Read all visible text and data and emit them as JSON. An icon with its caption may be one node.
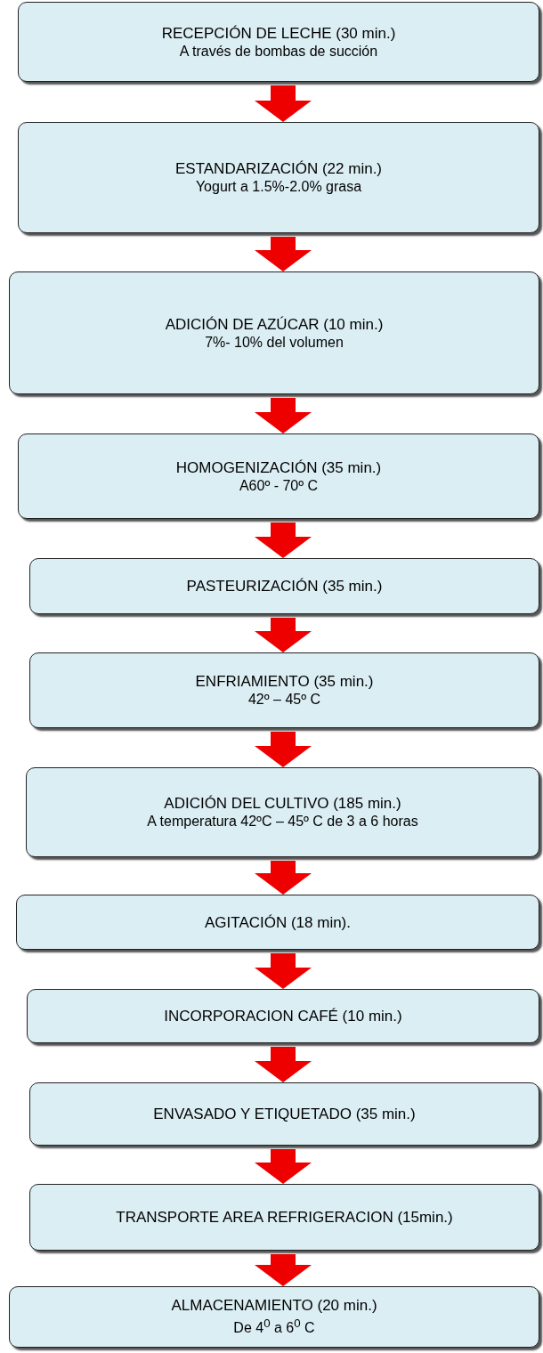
{
  "diagram": {
    "nodes": [
      {
        "text": [
          "RECEPCIÓN DE LECHE (30 min.)",
          "A través de bombas de succión"
        ]
      },
      {
        "text": [
          "ESTANDARIZACIÓN (22 min.)",
          "Yogurt a 1.5%-2.0% grasa"
        ]
      },
      {
        "text": [
          "ADICIÓN DE AZÚCAR (10 min.)",
          "7%- 10% del volumen"
        ]
      },
      {
        "text": [
          "HOMOGENIZACIÓN (35 min.)",
          "A60º - 70º C"
        ]
      },
      {
        "text": [
          "PASTEURIZACIÓN  (35 min.)"
        ]
      },
      {
        "text": [
          "ENFRIAMIENTO (35 min.)",
          "42º – 45º C"
        ]
      },
      {
        "text": [
          "ADICIÓN DEL CULTIVO (185 min.)",
          "A temperatura 42ºC – 45º C de 3 a 6 horas"
        ]
      },
      {
        "text": [
          "AGITACIÓN (18 min)."
        ]
      },
      {
        "text": [
          "INCORPORACION CAFÉ (10 min.)"
        ]
      },
      {
        "text": [
          "ENVASADO Y ETIQUETADO (35 min.)"
        ]
      },
      {
        "text": [
          "TRANSPORTE AREA REFRIGERACION (15min.)"
        ]
      },
      {
        "text": [
          "ALMACENAMIENTO (20 min.)",
          "De 4$^{0}$ a 6$^{0}$ C"
        ]
      }
    ],
    "edges": [
      {
        "from": 0,
        "to": 1,
        "arrow": "to"
      },
      {
        "from": 1,
        "to": 2,
        "arrow": "to"
      },
      {
        "from": 2,
        "to": 3,
        "arrow": "to"
      },
      {
        "from": 3,
        "to": 4,
        "arrow": "to"
      },
      {
        "from": 4,
        "to": 5,
        "arrow": "to"
      },
      {
        "from": 5,
        "to": 6,
        "arrow": "to"
      },
      {
        "from": 6,
        "to": 7,
        "arrow": "to"
      },
      {
        "from": 7,
        "to": 8,
        "arrow": "to"
      },
      {
        "from": 8,
        "to": 9,
        "arrow": "to"
      },
      {
        "from": 9,
        "to": 10,
        "arrow": "to"
      },
      {
        "from": 10,
        "to": 11,
        "arrow": "to"
      }
    ]
  }
}
